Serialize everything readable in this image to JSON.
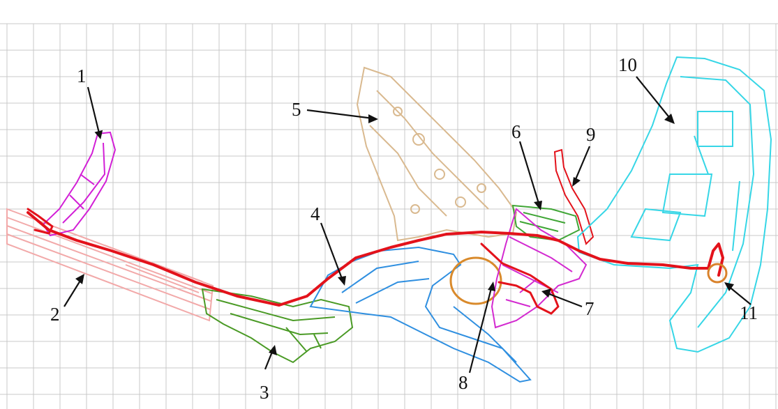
{
  "title": "",
  "callouts": [
    {
      "id": "1",
      "label": "1"
    },
    {
      "id": "2",
      "label": "2"
    },
    {
      "id": "3",
      "label": "3"
    },
    {
      "id": "4",
      "label": "4"
    },
    {
      "id": "5",
      "label": "5"
    },
    {
      "id": "6",
      "label": "6"
    },
    {
      "id": "7",
      "label": "7"
    },
    {
      "id": "8",
      "label": "8"
    },
    {
      "id": "9",
      "label": "9"
    },
    {
      "id": "10",
      "label": "10"
    },
    {
      "id": "11",
      "label": "11"
    }
  ],
  "colors": {
    "harness": "#e3121b",
    "part_1": "#d21fd6",
    "part_2": "#f2a9a9",
    "part_3": "#4a9a25",
    "part_4": "#2f8fe0",
    "part_5": "#d9b98f",
    "part_6": "#3fa535",
    "part_7": "#d32ad0",
    "part_8": "#d98a2b",
    "part_10": "#36d6e6",
    "part_11": "#d9822b",
    "grid": "#c9c9c9"
  }
}
